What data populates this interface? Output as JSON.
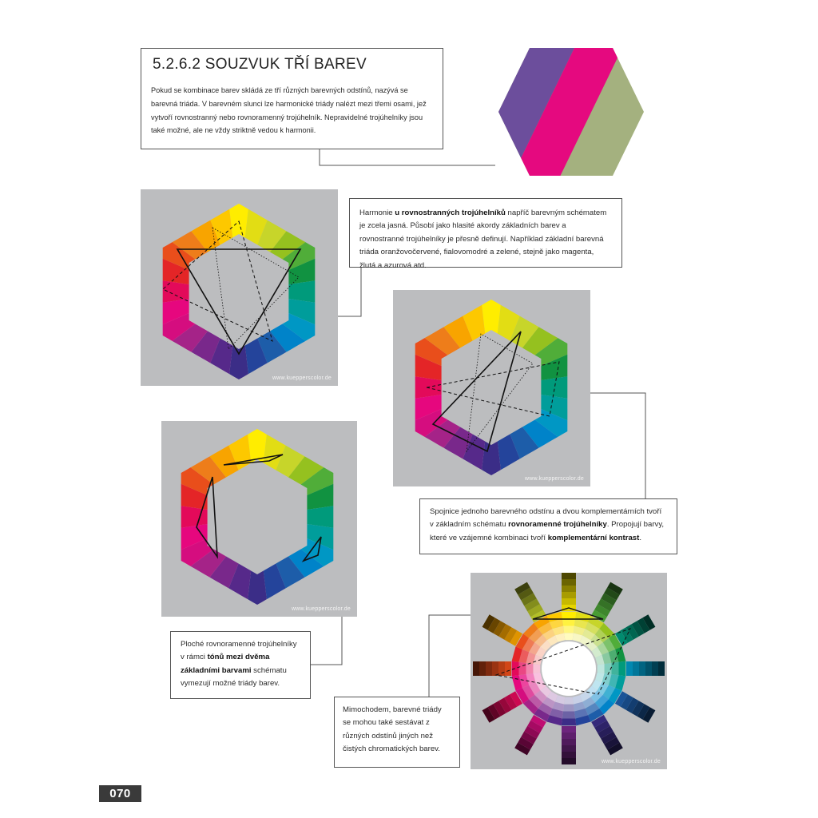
{
  "heading": "5.2.6.2 SOUZVUK TŘÍ BAREV",
  "intro": {
    "text": "Pokud se kombinace barev skládá ze tří různých barevných odstínů, nazývá se barevná triáda. V barevném slunci lze harmonické triády nalézt mezi třemi osami, jež vytvoří rovnostranný nebo rovnoramenný trojúhelník. Nepravidelné trojúhelníky jsou také možné, ale ne vždy striktně vedou k harmonii."
  },
  "captions": {
    "equilateral": {
      "before": "Harmonie ",
      "bold": "u rovnostranných trojúhelníků",
      "after": " napříč barevným schématem je zcela jasná. Působí jako hlasité akordy základních barev a rovnostranné trojúhelníky je přesně definují. Například základní barevná triáda oranžovočervené, fialovomodré a zelené, stejně jako magenta, žlutá a azurová atd."
    },
    "isosceles": {
      "before": "Spojnice jednoho barevného odstínu a dvou komplementárních tvoří v základním schématu ",
      "bold1": "rovnoramenné trojúhelníky",
      "middle": ". Propojují barvy, které ve vzájemné kombinaci tvoří ",
      "bold2": "komplementární kontrast",
      "after": "."
    },
    "flat": {
      "before": "Ploché rovnoramenné trojúhelníky v rámci ",
      "bold": "tónů mezi dvěma základními barvami",
      "after": " schématu vymezují možné triády barev."
    },
    "other": {
      "text": "Mimochodem, barevné triády se mohou také sestávat z různých odstínů jiných než čistých chromatických barev."
    }
  },
  "credit": "www.kuepperscolor.de",
  "page_number": "070",
  "colors": {
    "triad_violet": "#6c4e9c",
    "triad_magenta": "#e5097f",
    "triad_olive": "#a4b17f",
    "panel_gray": "#bcbdbf",
    "hexagon_wheel": [
      "#ffed00",
      "#e2dd14",
      "#c7d52a",
      "#95c11f",
      "#50ad39",
      "#119241",
      "#009a7b",
      "#009d9b",
      "#0097c4",
      "#0083c9",
      "#1d5da9",
      "#24449b",
      "#3b2d87",
      "#56298a",
      "#79288b",
      "#a52388",
      "#d50d7f",
      "#e6077e",
      "#e30a5a",
      "#e42527",
      "#e94e1b",
      "#ee7d1a",
      "#f8a400",
      "#fdc800"
    ]
  },
  "icons": {
    "color_hexagon": "hexagon-color-wheel-icon",
    "color_sun": "color-sun-icon",
    "triad_hexagon": "triad-hexagon-icon"
  }
}
